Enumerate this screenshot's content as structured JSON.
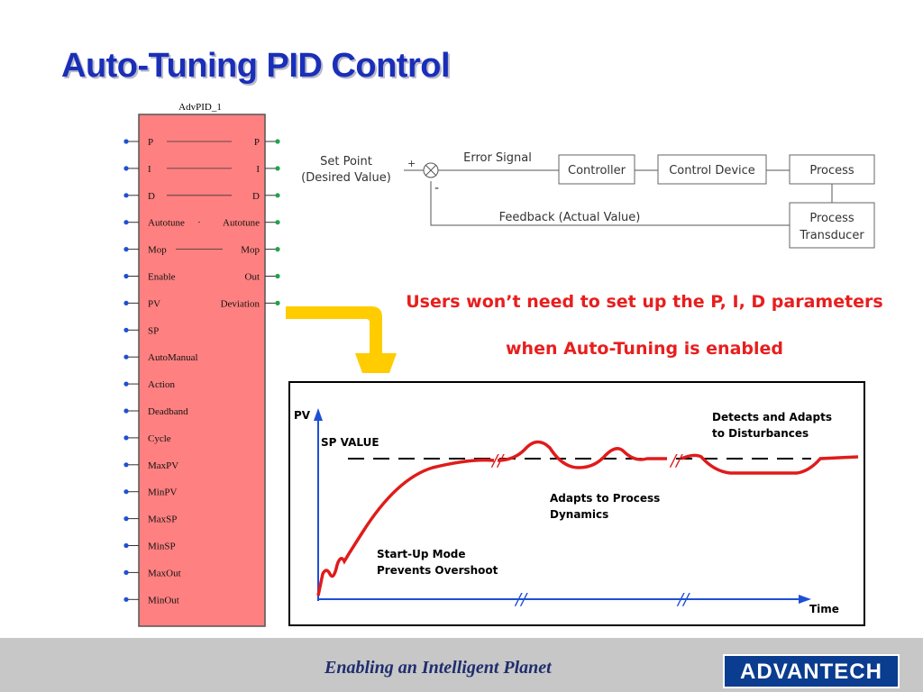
{
  "title": "Auto-Tuning PID Control",
  "pid_block": {
    "instance": "AdvPID_1",
    "type": "AdvPID",
    "fill_color": "#ff8080",
    "inputs": [
      "P",
      "I",
      "D",
      "Autotune",
      "Mop",
      "Enable",
      "PV",
      "SP",
      "AutoManual",
      "Action",
      "Deadband",
      "Cycle",
      "MaxPV",
      "MinPV",
      "MaxSP",
      "MinSP",
      "MaxOut",
      "MinOut"
    ],
    "outputs": [
      "P",
      "I",
      "D",
      "Autotune",
      "Mop",
      "Out",
      "Deviation"
    ],
    "input_dot_color": "#1f4fd6",
    "output_dot_color": "#22a34a"
  },
  "block_diagram": {
    "setpoint_line1": "Set Point",
    "setpoint_line2": "(Desired Value)",
    "plus": "+",
    "minus": "-",
    "error_signal": "Error Signal",
    "controller": "Controller",
    "control_device": "Control Device",
    "process": "Process",
    "transducer_line1": "Process",
    "transducer_line2": "Transducer",
    "feedback": "Feedback (Actual Value)"
  },
  "callout_line1": "Users won’t need to set up the P, I, D parameters",
  "callout_line2": "when Auto-Tuning is enabled",
  "callout_color": "#e81e1e",
  "arrow_color": "#ffcc00",
  "response_chart": {
    "y_axis_label": "PV",
    "x_axis_label": "Time",
    "sp_label": "SP VALUE",
    "startup_line1": "Start-Up Mode",
    "startup_line2": "Prevents Overshoot",
    "adapts_line1": "Adapts to Process",
    "adapts_line2": "Dynamics",
    "detects_line1": "Detects and Adapts",
    "detects_line2": "to Disturbances",
    "break_mark": "//",
    "curve_color": "#e01b1b",
    "axis_color": "#1f4fd6"
  },
  "footer": {
    "tagline": "Enabling an Intelligent Planet",
    "logo": "ADVANTECH"
  }
}
